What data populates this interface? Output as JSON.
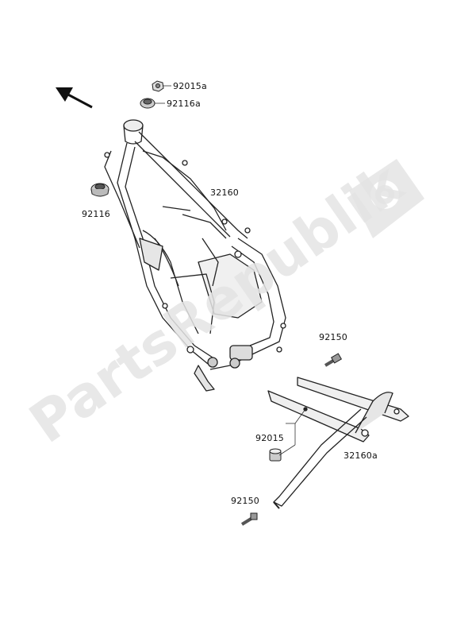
{
  "watermark": {
    "text": "PartsRepublik"
  },
  "parts": {
    "nut_top": {
      "part_no": "92015a"
    },
    "bushing_top": {
      "part_no": "92116a"
    },
    "bushing_left": {
      "part_no": "92116"
    },
    "main_frame": {
      "part_no": "32160"
    },
    "bolt_upper": {
      "part_no": "92150"
    },
    "nut_mid": {
      "part_no": "92015"
    },
    "sub_frame": {
      "part_no": "32160a"
    },
    "bolt_lower": {
      "part_no": "92150"
    }
  },
  "icons": {
    "direction": "front-arrow-icon",
    "logo": "gear-icon"
  }
}
